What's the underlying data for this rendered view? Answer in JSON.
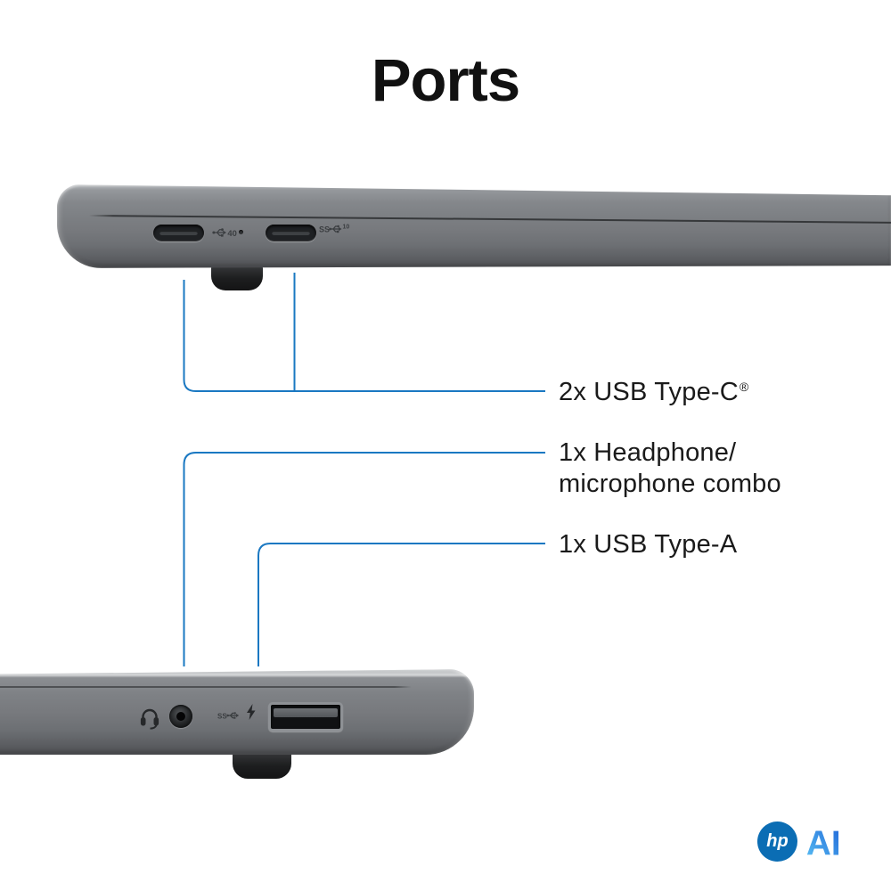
{
  "title": "Ports",
  "callouts": {
    "usb_c": {
      "label": "2x USB Type-C",
      "registered_mark": "®"
    },
    "headphone": {
      "line1": "1x Headphone/",
      "line2": "microphone combo"
    },
    "usb_a": {
      "label": "1x USB Type-A"
    }
  },
  "port_markings": {
    "usb40_label": "40",
    "ss_label": "SS",
    "ss10_label": "10"
  },
  "logos": {
    "hp_text": "hp",
    "ai_text": "AI"
  },
  "colors": {
    "callout_line": "#1a78c2",
    "hp_blue": "#0b6db4",
    "laptop_gray": "#7b7e82",
    "text": "#1a1a1a",
    "background": "#ffffff"
  }
}
